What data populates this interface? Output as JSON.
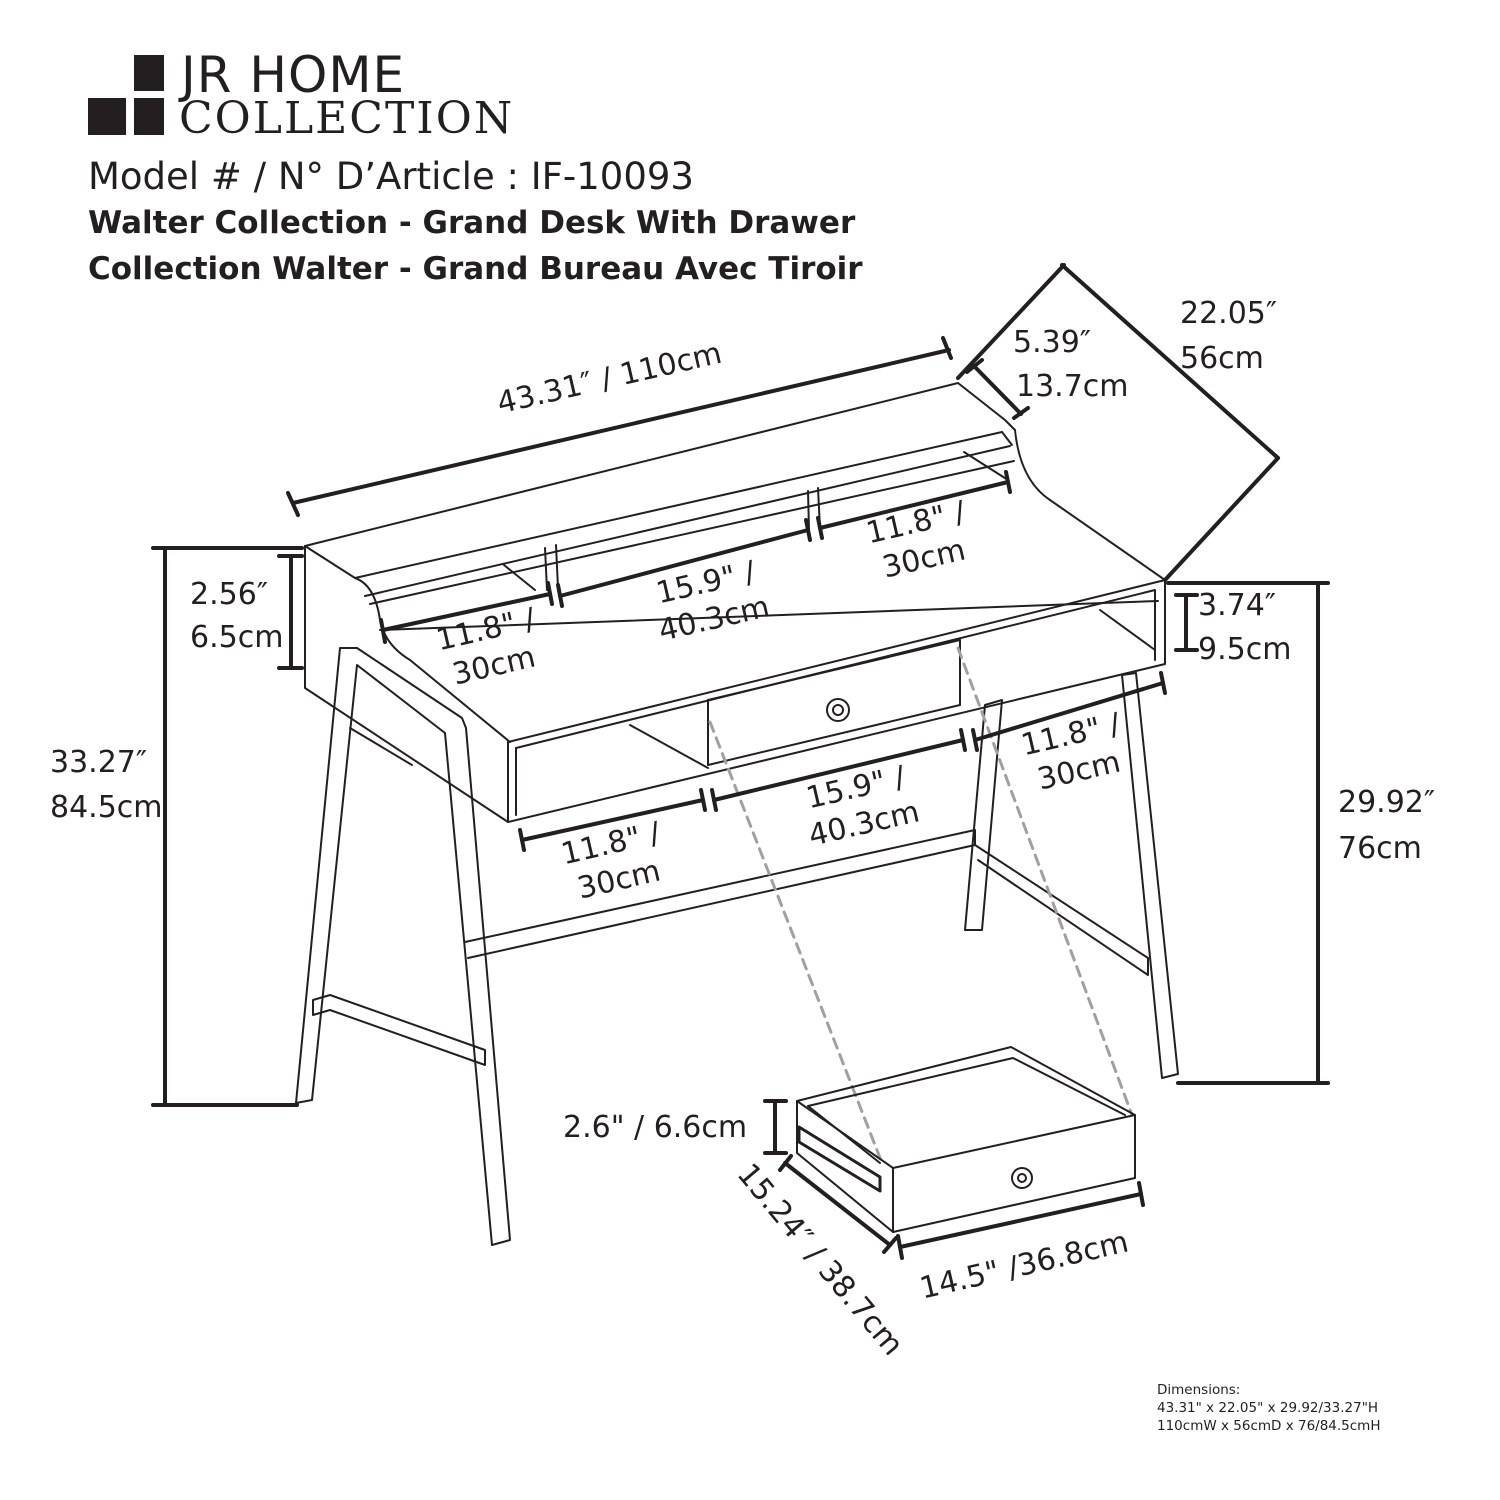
{
  "brand": {
    "line1": "JR HOME",
    "line2": "COLLECTION"
  },
  "header": {
    "model": "Model # / N° D’Article : IF-10093",
    "name_en": "Walter Collection - Grand Desk With Drawer",
    "name_fr": "Collection Walter  - Grand Bureau Avec Tiroir"
  },
  "dimension_labels": {
    "total_width": "43.31″ / 110cm",
    "depth_in": "22.05″",
    "depth_cm": "56cm",
    "hutch_depth_in": "5.39″",
    "hutch_depth_cm": "13.7cm",
    "hutch_height_in": "2.56″",
    "hutch_height_cm": "6.5cm",
    "total_height_in": "33.27″",
    "total_height_cm": "84.5cm",
    "desk_height_in": "29.92″",
    "desk_height_cm": "76cm",
    "cubby_height_in": "3.74″",
    "cubby_height_cm": "9.5cm",
    "hutch_left_in": "11.8\" /",
    "hutch_left_cm": "30cm",
    "hutch_mid_in": "15.9\" /",
    "hutch_mid_cm": "40.3cm",
    "hutch_right_in": "11.8\" /",
    "hutch_right_cm": "30cm",
    "shelf_left_in": "11.8\" /",
    "shelf_left_cm": "30cm",
    "shelf_mid_in": "15.9\" /",
    "shelf_mid_cm": "40.3cm",
    "shelf_right_in": "11.8\" /",
    "shelf_right_cm": "30cm",
    "drawer_height": "2.6\" / 6.6cm",
    "drawer_depth": "15.24″ / 38.7cm",
    "drawer_width": "14.5\" /36.8cm"
  },
  "dimensions_box": {
    "title": "Dimensions:",
    "imperial": "43.31\" x 22.05\" x 29.92/33.27\"H",
    "metric": "110cmW x 56cmD x 76/84.5cmH"
  },
  "colors": {
    "ink": "#231f20",
    "dashed_guide": "#a0a0a0",
    "background": "#ffffff"
  }
}
